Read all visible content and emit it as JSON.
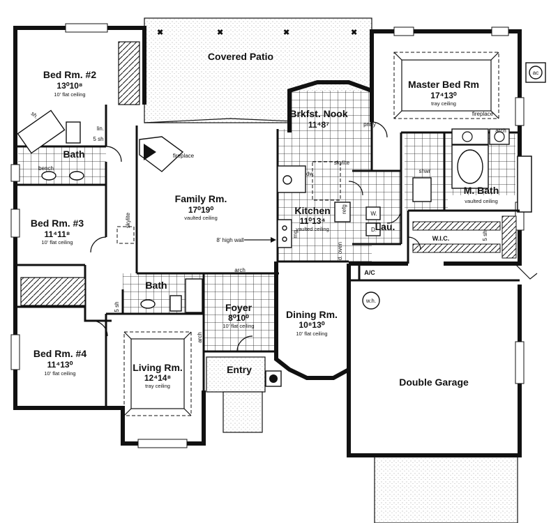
{
  "rooms": {
    "covered_patio": {
      "name": "Covered Patio"
    },
    "bed2": {
      "name": "Bed Rm. #2",
      "dims": "13⁰10⁸",
      "ceiling": "10' flat ceiling"
    },
    "master": {
      "name": "Master Bed Rm",
      "dims": "17⁴13⁰",
      "ceiling": "tray ceiling"
    },
    "nook": {
      "name": "Brkfst. Nook",
      "dims": "11⁴8⁷"
    },
    "family": {
      "name": "Family Rm.",
      "dims": "17⁰19⁰",
      "ceiling": "vaulted ceiling"
    },
    "kitchen": {
      "name": "Kitchen",
      "dims": "11⁰13⁴",
      "ceiling": "vaulted ceiling"
    },
    "mbath": {
      "name": "M. Bath",
      "ceiling": "vaulted ceiling"
    },
    "bed3": {
      "name": "Bed Rm. #3",
      "dims": "11⁴11⁸",
      "ceiling": "10' flat ceiling"
    },
    "bath1": {
      "name": "Bath"
    },
    "bath2": {
      "name": "Bath"
    },
    "foyer": {
      "name": "Foyer",
      "dims": "8⁰10⁰",
      "ceiling": "10' flat ceiling"
    },
    "dining": {
      "name": "Dining Rm.",
      "dims": "10⁸13⁰",
      "ceiling": "10' flat ceiling"
    },
    "bed4": {
      "name": "Bed Rm. #4",
      "dims": "11⁴13⁰",
      "ceiling": "10' flat ceiling"
    },
    "living": {
      "name": "Living Rm.",
      "dims": "12⁴14⁸",
      "ceiling": "tray ceiling"
    },
    "entry": {
      "name": "Entry"
    },
    "garage": {
      "name": "Double Garage"
    },
    "laundry": {
      "name": "Lau."
    },
    "wic": {
      "name": "W.I.C."
    }
  },
  "labels": {
    "fireplace_family": "fireplace",
    "fireplace_master": "fireplace",
    "arch_master": "arch",
    "arch_foyer": "arch",
    "arch_left": "arch",
    "arch_right": "arch",
    "skylite_kitchen": "skylite",
    "skylite_hall": "skylite",
    "high_wall": "8' high wall",
    "ac": "A/C",
    "ac_unit": "ac",
    "wh": "w.h.",
    "pntry": "pntry",
    "dw": "dw.",
    "refg": "refg",
    "w": "W.",
    "d": "D.",
    "shwr": "shwr",
    "sh_bed2": "sh.",
    "lin": "lin.",
    "sh5_bed2": "5 sh",
    "bench": "bench",
    "sh5_hall": "5 sh",
    "sh5_wic": "5 sh",
    "rng": "rng",
    "dbl_oven": "d. oven"
  }
}
